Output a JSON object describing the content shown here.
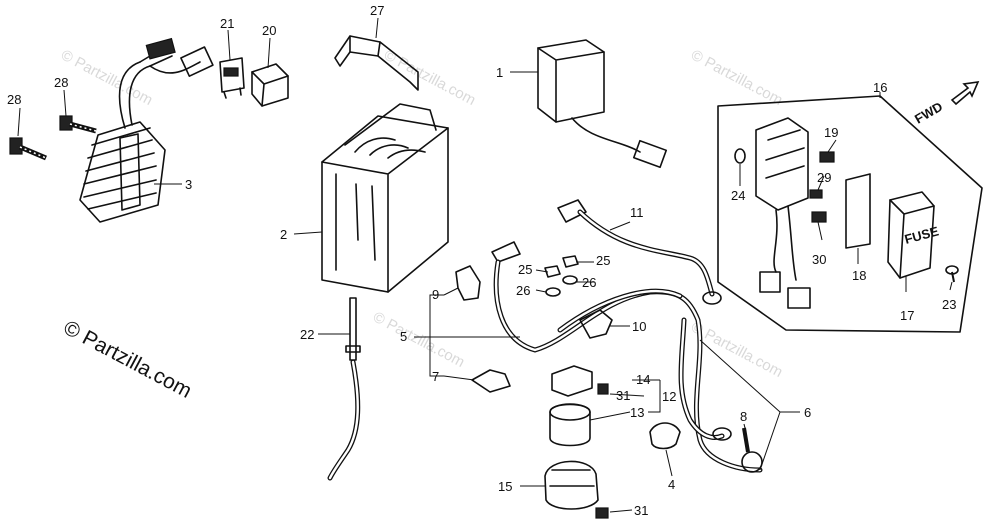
{
  "watermark": "© Partzilla.com",
  "copyright": "© Partzilla.com",
  "fwd_label": "FWD",
  "fuse_label": "FUSE",
  "callouts": {
    "c1": "1",
    "c2": "2",
    "c3": "3",
    "c4": "4",
    "c5": "5",
    "c6": "6",
    "c7": "7",
    "c8": "8",
    "c9": "9",
    "c10": "10",
    "c11": "11",
    "c12": "12",
    "c13": "13",
    "c14": "14",
    "c15": "15",
    "c16": "16",
    "c17": "17",
    "c18": "18",
    "c19": "19",
    "c20": "20",
    "c21": "21",
    "c22": "22",
    "c23": "23",
    "c24": "24",
    "c25a": "25",
    "c25b": "25",
    "c26a": "26",
    "c26b": "26",
    "c27": "27",
    "c28a": "28",
    "c28b": "28",
    "c29": "29",
    "c30": "30",
    "c31a": "31",
    "c31b": "31"
  }
}
